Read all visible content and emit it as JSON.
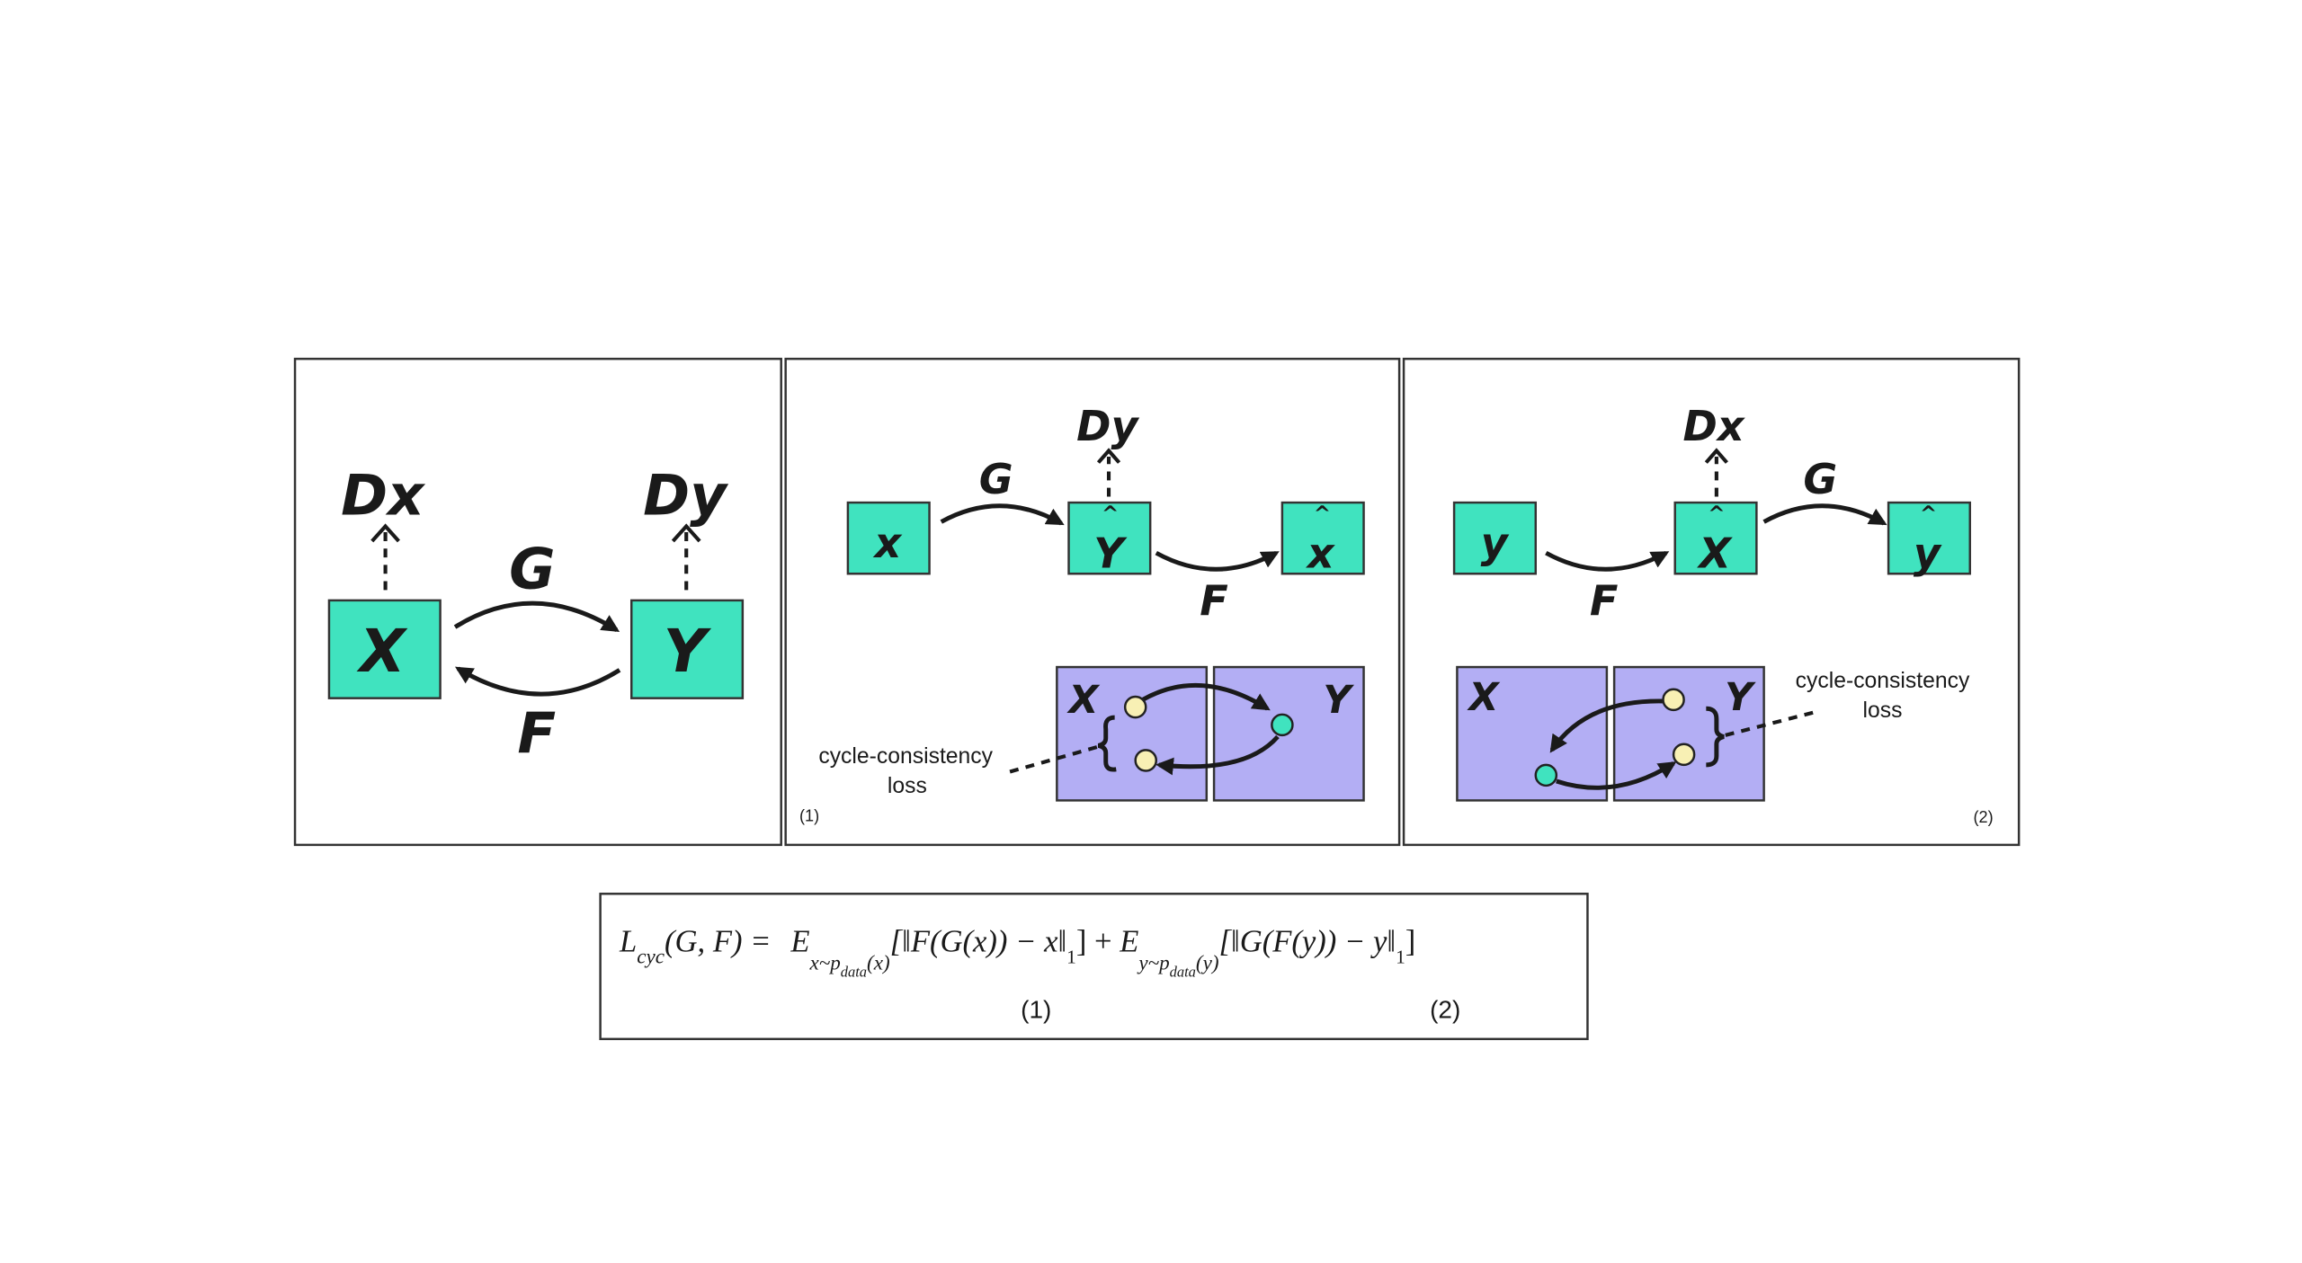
{
  "colors": {
    "generator_box": "#40e3bf",
    "domain_box": "#b3aef4",
    "sample_yellow": "#f8f0b4",
    "sample_teal": "#40e3bf"
  },
  "panel_overview": {
    "x": "X",
    "y": "Y",
    "dx": "Dx",
    "dy": "Dy",
    "g": "G",
    "f": "F"
  },
  "panel_forward": {
    "x": "x",
    "y_hat": "Y",
    "x_hat": "x",
    "hat": "^",
    "dy": "Dy",
    "g": "G",
    "f": "F",
    "domain_x": "X",
    "domain_y": "Y",
    "loss_line1": "cycle-consistency",
    "loss_line2": "loss",
    "number": "(1)"
  },
  "panel_backward": {
    "y": "y",
    "x_hat": "X",
    "y_hat": "y",
    "hat": "^",
    "dx": "Dx",
    "g": "G",
    "f": "F",
    "domain_x": "X",
    "domain_y": "Y",
    "loss_line1": "cycle-consistency",
    "loss_line2": "loss",
    "number": "(2)"
  },
  "equation": {
    "lhs": "L",
    "lhs_sub": "cyc",
    "lhs_args": "(G, F) = ",
    "e1": "E",
    "e1_sub": "x~p",
    "e1_subsub": "data",
    "e1_subarg": "(x)",
    "term1": "[‖F(G(x)) − x‖",
    "norm1": "1",
    "close1": "]",
    "plus": " + ",
    "e2": "E",
    "e2_sub": "y~p",
    "e2_subsub": "data",
    "e2_subarg": "(y)",
    "term2": "[‖G(F(y)) − y‖",
    "norm2": "1",
    "close2": "]",
    "label1": "(1)",
    "label2": "(2)"
  }
}
